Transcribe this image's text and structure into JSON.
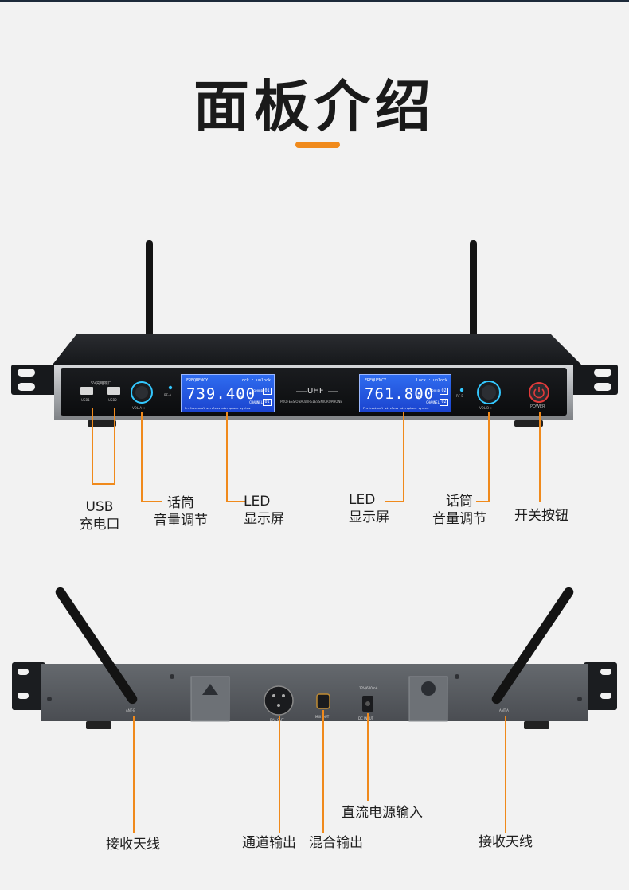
{
  "page": {
    "title": "面板介绍"
  },
  "front_panel": {
    "usb_port_caption": "5V充电端口",
    "usb1": "USB1",
    "usb2": "USB2",
    "vol_a": "—VOL-A +",
    "vol_b": "—VOL-B +",
    "rf_a": "RF-A",
    "rf_b": "RF-B",
    "screen_a": {
      "frequency_label": "FREQUENCY",
      "lock_status": "Lock : unlock",
      "frequency": "739.400",
      "unit": "MHz",
      "group_label": "GROUP",
      "group_value": "01",
      "channel_label": "CHANNEL",
      "channel_value": "01",
      "caption": "Professional wireless microphone system"
    },
    "screen_b": {
      "frequency_label": "FREQUENCY",
      "lock_status": "Lock : unlock",
      "frequency": "761.800",
      "unit": "MHz",
      "group_label": "GROUP",
      "group_value": "02",
      "channel_label": "CHANNEL",
      "channel_value": "02",
      "caption": "Professional wireless microphone system"
    },
    "uhf": "UHF",
    "uhf_caption": "PROFESSIONALWIRELESSMICROPHONE",
    "power": "POWER"
  },
  "front_callouts": {
    "usb_line1": "USB",
    "usb_line2": "充电口",
    "vol_left_line1": "话筒",
    "vol_left_line2": "音量调节",
    "led_left_line1": "LED",
    "led_left_line2": "显示屏",
    "led_right_line1": "LED",
    "led_right_line2": "显示屏",
    "vol_right_line1": "话筒",
    "vol_right_line2": "音量调节",
    "power_switch": "开关按钮"
  },
  "rear_panel": {
    "ant_b": "ANT-B",
    "ant_a": "ANT-A",
    "bal_out": "BAL OUT",
    "mix_out": "MIX OUT",
    "dc_input": "DC INPUT",
    "dc_rating": "12V/600mA"
  },
  "rear_callouts": {
    "antenna_left": "接收天线",
    "channel_out": "通道输出",
    "mix_out": "混合输出",
    "dc_power": "直流电源输入",
    "antenna_right": "接收天线"
  },
  "colors": {
    "accent": "#f08a1c",
    "screen_blue": "#2a5ee8",
    "power_red": "#e23a3a",
    "knob_cyan": "#33c8ff"
  }
}
